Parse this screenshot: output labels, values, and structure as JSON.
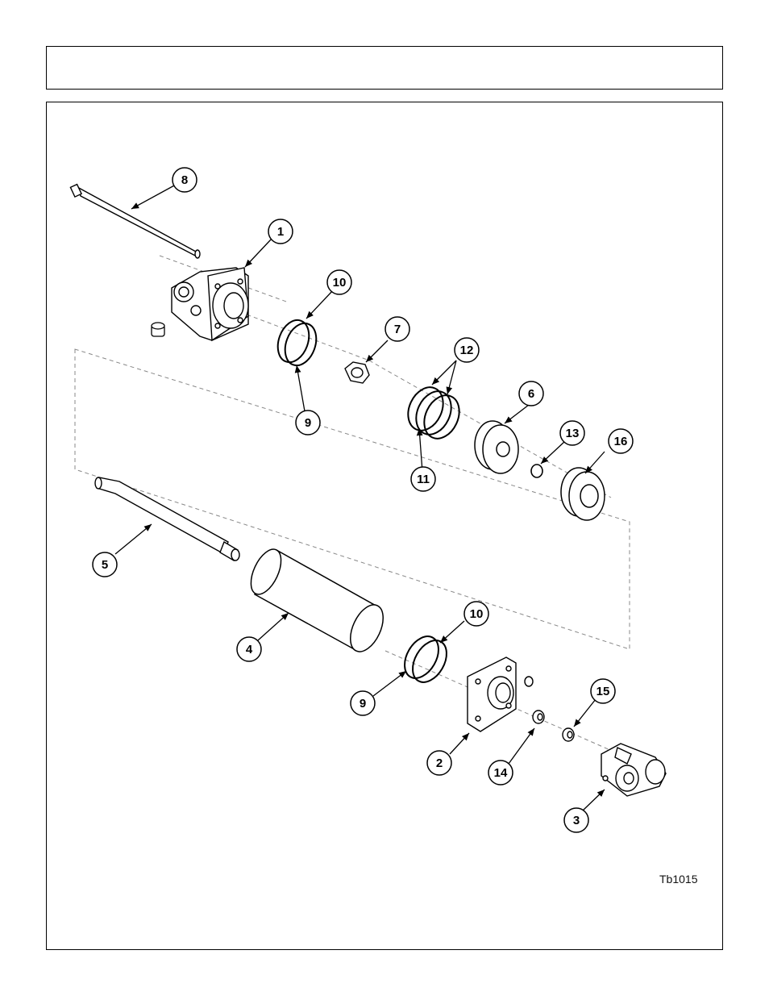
{
  "header": {
    "title": ""
  },
  "diagram": {
    "drawing_code": "Tb1015",
    "callouts": [
      "8",
      "1",
      "10",
      "9",
      "7",
      "12",
      "11",
      "6",
      "13",
      "16",
      "5",
      "4",
      "10",
      "9",
      "2",
      "14",
      "15",
      "3"
    ]
  }
}
